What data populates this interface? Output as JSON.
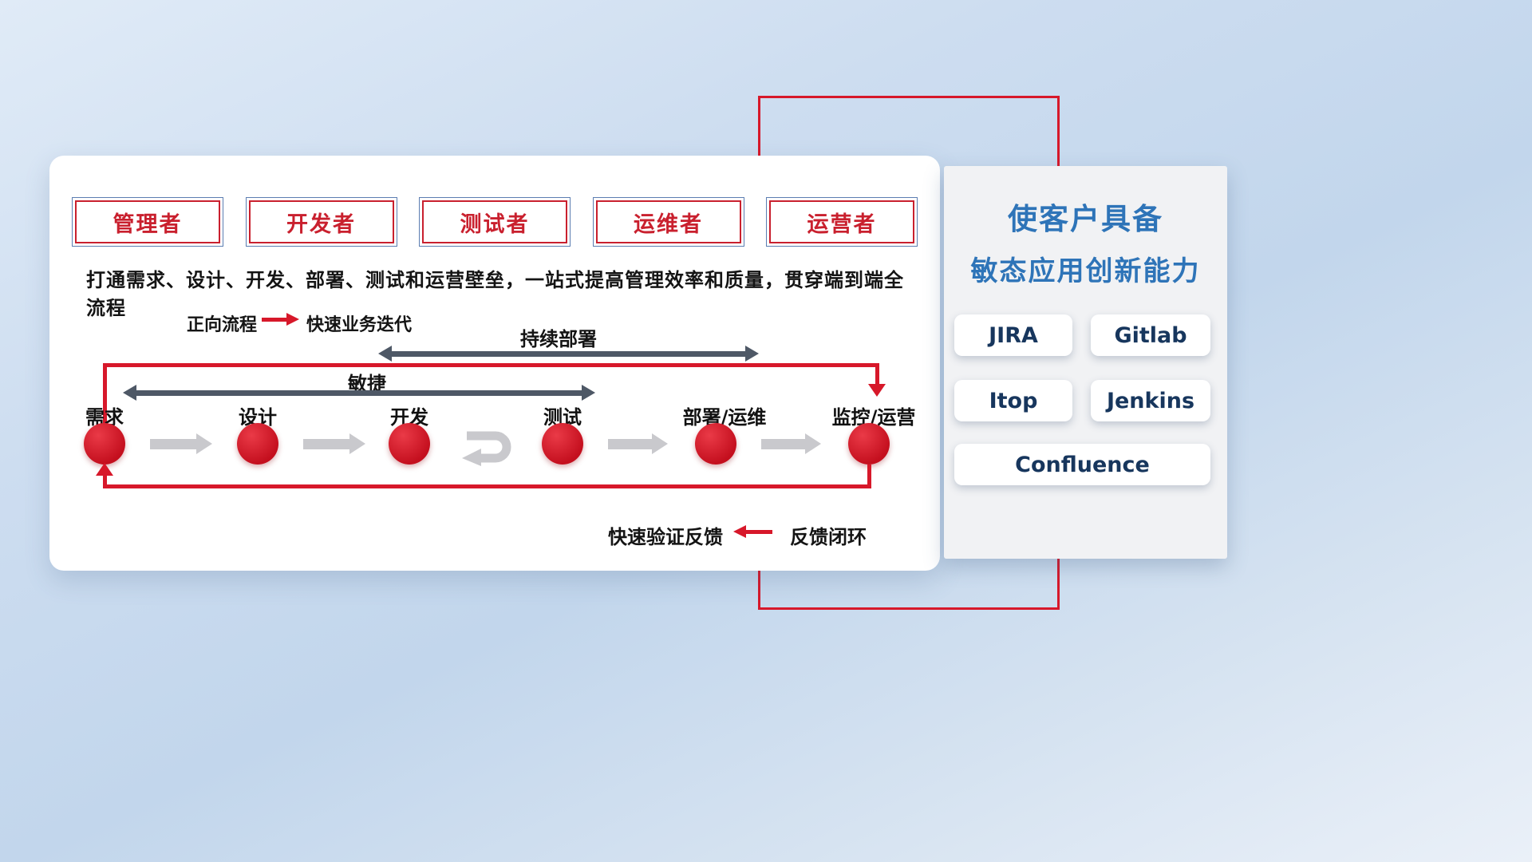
{
  "roles": [
    "管理者",
    "开发者",
    "测试者",
    "运维者",
    "运营者"
  ],
  "headline": "打通需求、设计、开发、部署、测试和运营壁垒，一站式提高管理效率和质量，贯穿端到端全流程",
  "legend_forward": {
    "label": "正向流程",
    "value": "快速业务迭代"
  },
  "legend_feedback": {
    "label": "快速验证反馈",
    "value": "反馈闭环"
  },
  "flow": {
    "cd_label": "持续部署",
    "agile_label": "敏捷",
    "nodes": [
      "需求",
      "设计",
      "开发",
      "测试",
      "部署/运维",
      "监控/运营"
    ]
  },
  "panel": {
    "title_line1": "使客户具备",
    "title_line2": "敏态应用创新能力",
    "tools": [
      "JIRA",
      "Gitlab",
      "Itop",
      "Jenkins",
      "Confluence"
    ]
  },
  "colors": {
    "accent_red": "#d7182a",
    "title_blue": "#2e74b8",
    "tool_text_navy": "#17365d",
    "arrow_gray": "#c9c9cd",
    "double_arrow_slate": "#4e5866"
  }
}
